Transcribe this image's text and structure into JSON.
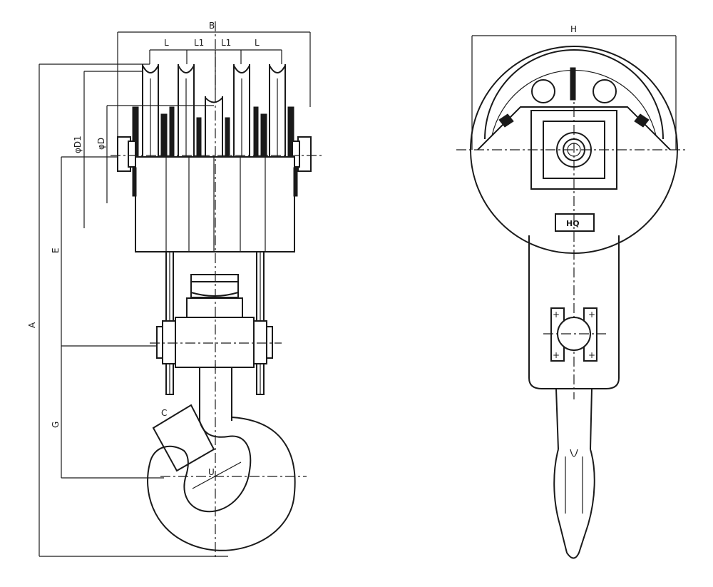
{
  "side_view": {
    "dim_B": "B",
    "dim_L_left": "L",
    "dim_L1_a": "L1",
    "dim_L1_b": "L1",
    "dim_L_right": "L",
    "dim_phiD1": "φD1",
    "dim_phiD": "φD",
    "dim_E": "E",
    "dim_A": "A",
    "dim_G": "G",
    "dim_C": "C",
    "dim_U": "U"
  },
  "front_view": {
    "dim_H": "H",
    "plate_text": "HQ"
  }
}
